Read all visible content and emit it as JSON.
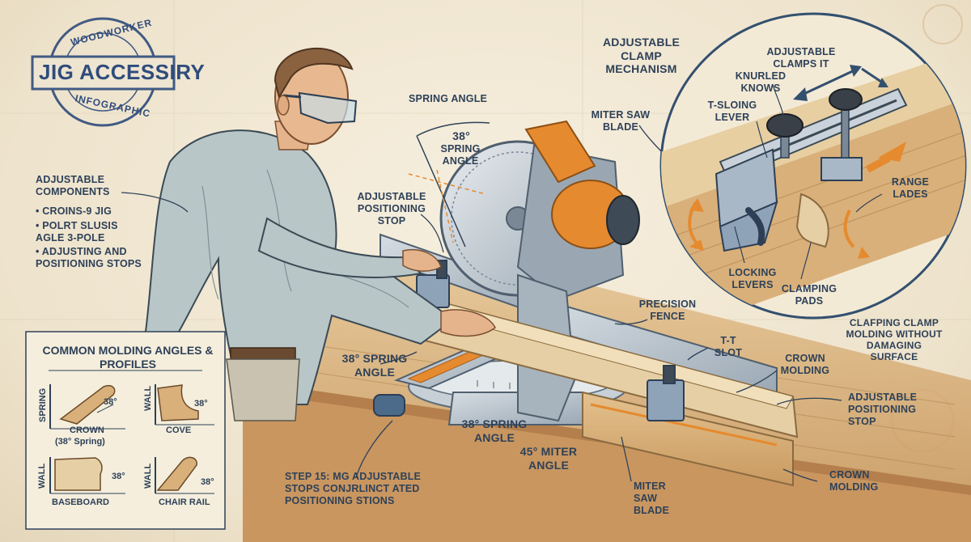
{
  "stamp": {
    "top_text": "WOODWORKER",
    "banner": "JIG ACCESSIRY",
    "bottom_text": "INFOGRAPHIC"
  },
  "left_panel": {
    "heading": "ADJUSTABLE COMPONENTS",
    "items": [
      "CROINS-9 JIG",
      "POLRT SLUSIS AGLE 3-POLE",
      "ADJUSTING AND POSITIONING STOPS"
    ]
  },
  "labels": {
    "spring_angle_top": "SPRING ANGLE",
    "spring_angle_arc_value": "38°",
    "spring_angle_arc_text": "SPRING ANGLE",
    "adjustable_positioning_stop_top": "ADJUSTABLE POSITIONING STOP",
    "miter_saw_blade_top": "MITER SAW BLADE",
    "precision_fence": "PRECISION FENCE",
    "t_slot": "T-T SLOT",
    "crown_molding_mid": "CROWN MOLDING",
    "adjustable_positioning_stop_right": "ADJUSTABLE POSITIONING STOP",
    "crown_molding_bottom": "CROWN MOLDING",
    "miter_saw_blade_bottom": "MITER SAW BLADE",
    "spring_angle_left": "38° SPRING ANGLE",
    "spring_angle_base": "38° SPRING ANGLE",
    "miter_angle": "45° MITER ANGLE",
    "step_note": "STEP 15: MG ADJUSTABLE STOPS CONJRLINCT ATED POSITIONING STIONS"
  },
  "inset": {
    "title": "ADJUSTABLE CLAMP MECHANISM",
    "adjustable_clamps": "ADJUSTABLE CLAMPS IT",
    "knurled_knobs": "KNURLED KNOWS",
    "t_sloing_lever": "T-SLOING LEVER",
    "range_lades": "RANGE LADES",
    "locking_levers": "LOCKING LEVERS",
    "clamping_pads": "CLAMPING PADS",
    "caption": "CLAFPING CLAMP MOLDING WITHOUT DAMAGING SURFACE"
  },
  "legend": {
    "title": "COMMON MOLDING ANGLES & PROFILES",
    "profiles": [
      {
        "name": "CROWN",
        "sub": "(38° Spring)",
        "side": "SPRING",
        "angle": "38°"
      },
      {
        "name": "COVE",
        "side": "WALL",
        "angle": "38°"
      },
      {
        "name": "BASEBOARD",
        "side": "WALL",
        "angle": "38°"
      },
      {
        "name": "CHAIR RAIL",
        "side": "WALL",
        "angle": "38°"
      }
    ]
  },
  "colors": {
    "ink": "#2e4158",
    "accent_orange": "#e58a2e",
    "wood": "#d9b07a",
    "metal": "#b9c3cc",
    "paper": "#efe6d2"
  }
}
